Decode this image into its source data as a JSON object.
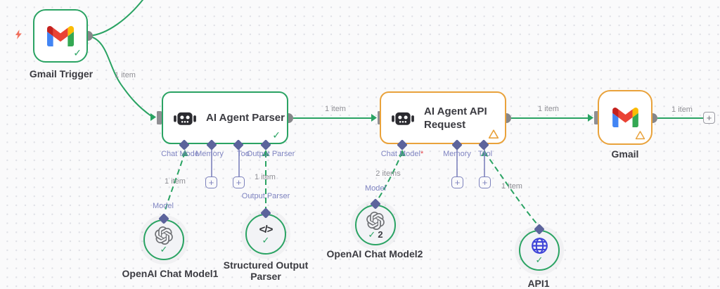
{
  "workflow": {
    "nodes": {
      "gmail_trigger": {
        "label": "Gmail Trigger",
        "status": "success"
      },
      "agent_parser": {
        "title": "AI Agent Parser",
        "status": "success",
        "ports": {
          "chat_model": "Chat Mode",
          "memory": "Memory",
          "tool": "Too",
          "output_parser": "Output Parser"
        }
      },
      "agent_api": {
        "title_line1": "AI Agent API",
        "title_line2": "Request",
        "status": "warning",
        "ports": {
          "chat_model": "Chat Model",
          "required_mark": "*",
          "memory": "Memory",
          "tool": "Tool"
        }
      },
      "gmail_out": {
        "label": "Gmail",
        "status": "warning"
      },
      "openai1": {
        "label": "OpenAI Chat Model1",
        "status": "success"
      },
      "structured_parser": {
        "label_line1": "Structured Output",
        "label_line2": "Parser",
        "status": "success"
      },
      "openai2": {
        "label": "OpenAI Chat Model2",
        "status": "success",
        "run_count": "2"
      },
      "api1": {
        "label": "API1",
        "status": "success"
      }
    },
    "edge_labels": {
      "trigger_parser": "1 item",
      "parser_api": "1 item",
      "api_gmail": "1 item",
      "gmail_next": "1 item",
      "parser_model": "1 item",
      "parser_outputparser": "1 item",
      "api_model": "2 items",
      "api_tool": "1 item"
    },
    "port_hints": {
      "parser_model": "Model",
      "parser_outputparser": "Output Parser",
      "api_model": "Model"
    },
    "glyphs": {
      "check": "✓",
      "plus": "+",
      "code": "</>"
    },
    "colors": {
      "success_green": "#2aa363",
      "warning_orange": "#e9a23b",
      "connector_purple": "#5c639c",
      "port_text_purple": "#7f84c1",
      "item_text_gray": "#8f8f95",
      "endpoint_gray": "#868689",
      "required_red": "#e5484d",
      "trigger_bolt_coral": "#f1705e",
      "globe_blue": "#3f45d8",
      "canvas_bg": "#fafafb"
    }
  }
}
